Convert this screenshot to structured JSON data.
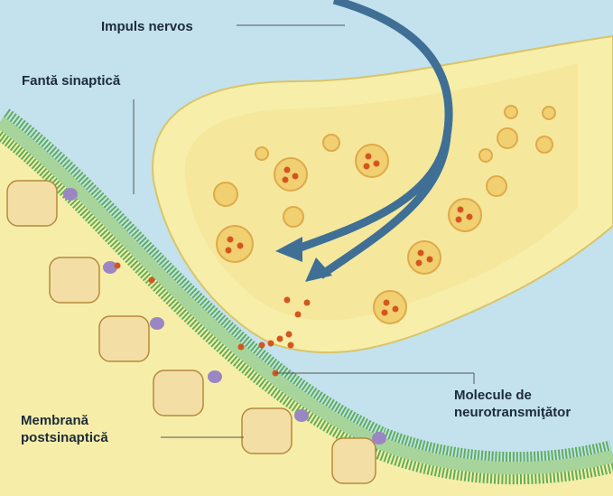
{
  "labels": {
    "impulse": "Impuls nervos",
    "cleft": "Fantă sinaptică",
    "membrane_line1": "Membrană",
    "membrane_line2": "postsinaptică",
    "molecules_line1": "Molecule de",
    "molecules_line2": "neurotransmiţător"
  },
  "colors": {
    "background": "#c3e2ee",
    "terminal": "#f7eeaa",
    "membrane": "#5fae5a",
    "arrow": "#3f6f95",
    "neurotransmitter": "#d4561f"
  }
}
